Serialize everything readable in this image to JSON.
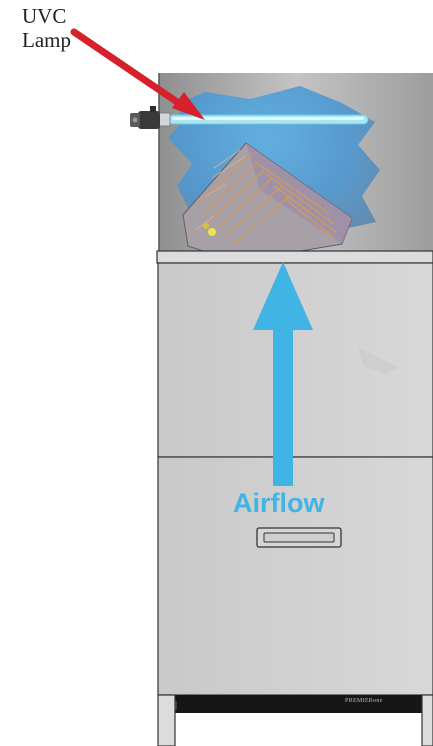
{
  "labels": {
    "lamp_line1": "UVC",
    "lamp_line2": "Lamp",
    "airflow": "Airflow",
    "brand": "PREMIERone"
  },
  "colors": {
    "pointer_arrow": "#d6202a",
    "airflow": "#3fb4e5",
    "uv_glow": "#4aa4df",
    "lamp_tube": "#a8e6f6",
    "cabinet_panel": "#d2d2d2",
    "cabinet_outline": "#222222",
    "coil_metal": "#b98a5e",
    "coil_fins": "#9c8da8"
  },
  "icons": {
    "pointer": "red-pointer-arrow",
    "airflow": "up-arrow",
    "lamp": "uvc-lamp-tube",
    "coil": "evaporator-coil",
    "vent": "vent-grille"
  }
}
